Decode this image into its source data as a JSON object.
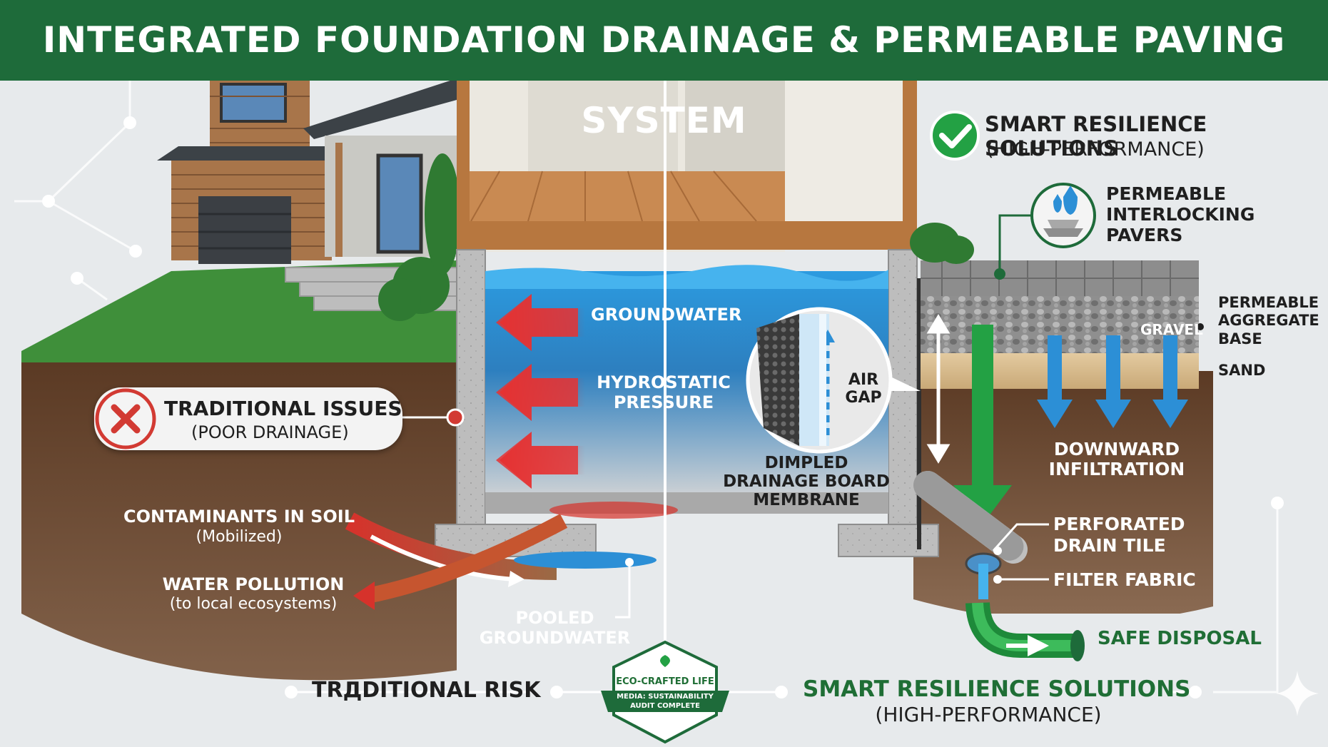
{
  "title": "INTEGRATED FOUNDATION DRAINAGE & PERMEABLE PAVING SYSTEM",
  "colors": {
    "brand_green": "#1e6b3a",
    "problem_red": "#d23a33",
    "water_blue": "#2c8fd6",
    "soil_brown": "#5b3a24"
  },
  "smart_header": {
    "title": "SMART RESILIENCE SOLUTIONS",
    "subtitle": "(HIGH-PERFORMANCE)",
    "icon": "check-icon"
  },
  "pavers": {
    "label_lines": [
      "PERMEABLE",
      "INTERLOCKING",
      "PAVERS"
    ],
    "icon": "water-drops-icon"
  },
  "aggregate": {
    "gravel": "GRAVEL",
    "base_lines": [
      "PERMEABLE",
      "AGGREGATE",
      "BASE"
    ],
    "sand": "SAND"
  },
  "infiltration": [
    "DOWNWARD",
    "INFILTRATION"
  ],
  "drain_tile": [
    "PERFORATED",
    "DRAIN TILE"
  ],
  "filter_fabric": "FILTER FABRIC",
  "safe_disposal": "SAFE DISPOSAL",
  "groundwater": "GROUNDWATER",
  "hydrostatic": [
    "HYDROSTATIC",
    "PRESSURE"
  ],
  "air_gap": [
    "AIR",
    "GAP"
  ],
  "membrane": [
    "DIMPLED",
    "DRAINAGE BOARD",
    "MEMBRANE"
  ],
  "traditional_issues": {
    "title": "TRADITIONAL ISSUES",
    "subtitle": "(POOR DRAINAGE)",
    "icon": "x-icon"
  },
  "contaminants": {
    "title": "CONTAMINANTS IN SOIL",
    "subtitle": "(Mobilized)"
  },
  "water_pollution": {
    "title": "WATER POLLUTION",
    "subtitle": "(to local ecosystems)"
  },
  "pooled": [
    "POOLED",
    "GROUNDWATER"
  ],
  "bottom": {
    "left": "TRДDITIONAL RISK",
    "right_title": "SMART RESILIENCE SOLUTIONS",
    "right_subtitle": "(HIGH-PERFORMANCE)"
  },
  "badge": {
    "name": "ECO-CRAFTED LIFE",
    "ribbon_lines": [
      "MEDIA: SUSTAINABILITY",
      "AUDIT COMPLETE"
    ]
  }
}
